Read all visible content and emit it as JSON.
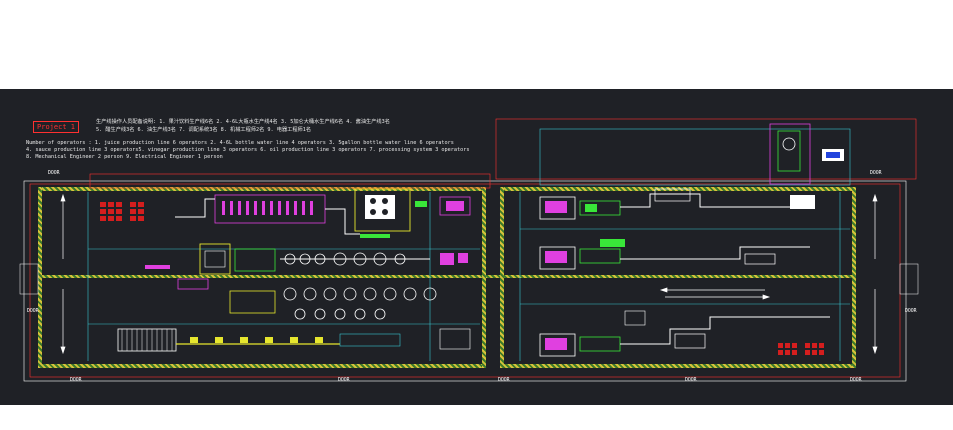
{
  "tag_label": "Project 1",
  "notes": {
    "cn_line1": "生产线操作人员配备说明: 1. 果汁饮料生产线6名 2. 4-6L大瓶水生产线4名 3. 5加仑大桶水生产线6名 4. 酱油生产线3名",
    "cn_line2": "5. 醋生产线3名 6. 油生产线3名 7. 调配系统3名 8. 机械工程师2名 9. 电器工程师1名",
    "en_line1": "Number of operators : 1. juice production line 6 operators 2. 4-6L bottle water line 4 operators 3. 5gallon bottle water line 6 operators",
    "en_line2": "4. sauce production line 3 operators5. vinegar production line 3 operators 6. oil production line 3 operators 7. processing system 3 operators",
    "en_line3": "8. Mechanical Engineer 2 person 9. Electrical Engineer 1 person"
  },
  "doors": [
    "DOOR",
    "DOOR",
    "DOOR",
    "DOOR",
    "DOOR",
    "DOOR",
    "DOOR",
    "DOOR",
    "DOOR"
  ],
  "colors": {
    "background": "#1f2126",
    "wall": "#d8c23a",
    "cyan": "#39c6d0",
    "red": "#ff3030",
    "magenta": "#e040e0",
    "green": "#39e639",
    "yellow": "#e6e62e",
    "white": "#ffffff"
  }
}
